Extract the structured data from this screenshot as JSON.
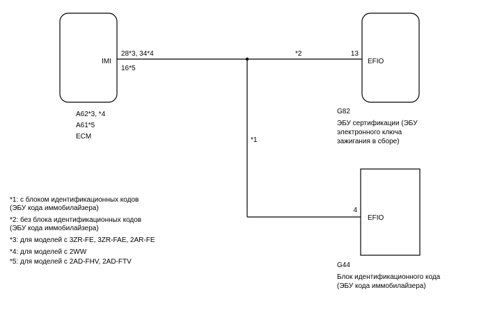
{
  "components": {
    "ecm": {
      "terminal": "IMI",
      "pins_top": "28*3, 34*4",
      "pins_bottom": "16*5",
      "connector_1": "A62*3, *4",
      "connector_2": "A61*5",
      "name": "ECM"
    },
    "certification_ecu": {
      "terminal": "EFIO",
      "pin": "13",
      "connector": "G82",
      "name_lines": [
        "ЭБУ сертификации (ЭБУ",
        "электронного ключа",
        "зажигания в сборе)"
      ]
    },
    "id_code_box": {
      "terminal": "EFIO",
      "pin": "4",
      "connector": "G44",
      "name_lines": [
        "Блок идентификационного кода",
        "(ЭБУ кода иммобилайзера)"
      ]
    }
  },
  "wire_labels": {
    "upper_branch": "*2",
    "lower_branch": "*1"
  },
  "notes": [
    [
      "*1: с блоком идентификационных кодов",
      "(ЭБУ кода иммобилайзера)"
    ],
    [
      "*2: без блока идентификационных кодов",
      "(ЭБУ кода иммобилайзера)"
    ],
    [
      "*3: для моделей с 3ZR-FE, 3ZR-FAE, 2AR-FE"
    ],
    [
      "*4: для моделей с 2WW"
    ],
    [
      "*5: для моделей с 2AD-FHV, 2AD-FTV"
    ]
  ]
}
